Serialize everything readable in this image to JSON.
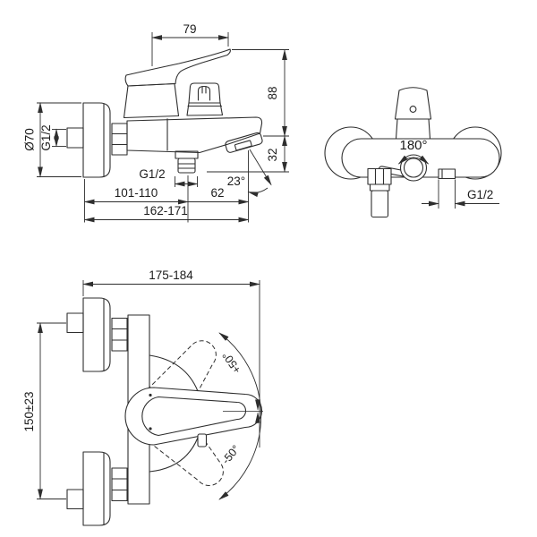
{
  "drawing": {
    "title": "Wall-mounted single-lever bath shower mixer — dimensional drawing",
    "colors": {
      "background": "#ffffff",
      "line": "#2e2e2e",
      "text": "#1c1c1c"
    },
    "side": {
      "d79": "79",
      "d88": "88",
      "d32": "32",
      "dia": "Ø70",
      "g12_wall": "G1/2",
      "g12_shower": "G1/2",
      "d101": "101-110",
      "d62": "62",
      "d162": "162-171",
      "a23": "23°"
    },
    "front": {
      "a180": "180°",
      "g12_outlet": "G1/2"
    },
    "top": {
      "d175": "175-184",
      "d150": "150±23",
      "a50plus": "+50°",
      "a50minus": "-50°"
    }
  }
}
